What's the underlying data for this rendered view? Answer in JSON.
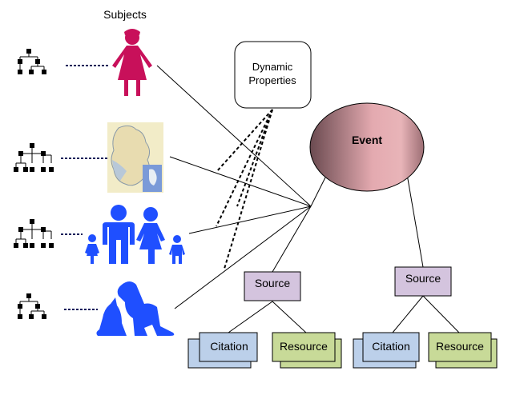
{
  "title": "Subjects",
  "dynamic_properties": {
    "line1": "Dynamic",
    "line2": "Properties"
  },
  "event": {
    "label": "Event"
  },
  "sources": [
    {
      "label": "Source",
      "citation": "Citation",
      "resource": "Resource"
    },
    {
      "label": "Source",
      "citation": "Citation",
      "resource": "Resource"
    }
  ],
  "subjects": [
    {
      "name": "person-woman",
      "icon": "woman-icon",
      "color": "#c8105a"
    },
    {
      "name": "place-map",
      "icon": "map-icon",
      "color": "#f2ecc8"
    },
    {
      "name": "family",
      "icon": "family-icon",
      "color": "#1f4fff"
    },
    {
      "name": "animals",
      "icon": "pets-icon",
      "color": "#1f4fff"
    }
  ],
  "colors": {
    "source_fill": "#d4c4de",
    "citation_fill": "#bcd0ea",
    "resource_fill": "#c8da98",
    "event_gradient": [
      "#6e4c52",
      "#e6aeb2"
    ]
  }
}
